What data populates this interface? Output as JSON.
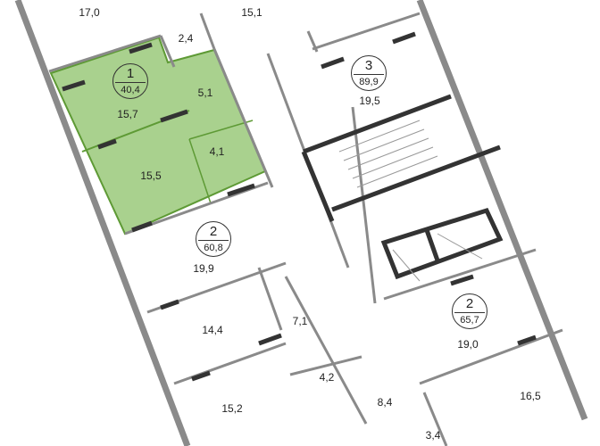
{
  "colors": {
    "highlight": "#a9d18e",
    "highlight_wall": "#5e9a35",
    "wall": "#8a8a8a",
    "dark_wall": "#333333"
  },
  "apartments": [
    {
      "rooms": "1",
      "total_area": "40,4",
      "highlighted": true
    },
    {
      "rooms": "3",
      "total_area": "89,9",
      "highlighted": false
    },
    {
      "rooms": "2",
      "total_area": "60,8",
      "highlighted": false
    },
    {
      "rooms": "2",
      "total_area": "65,7",
      "highlighted": false
    }
  ],
  "rooms": [
    "17,0",
    "15,1",
    "2,4",
    "5,1",
    "15,7",
    "19,5",
    "4,1",
    "15,5",
    "19,9",
    "14,4",
    "7,1",
    "19,0",
    "4,2",
    "15,2",
    "8,4",
    "16,5",
    "3,4"
  ]
}
